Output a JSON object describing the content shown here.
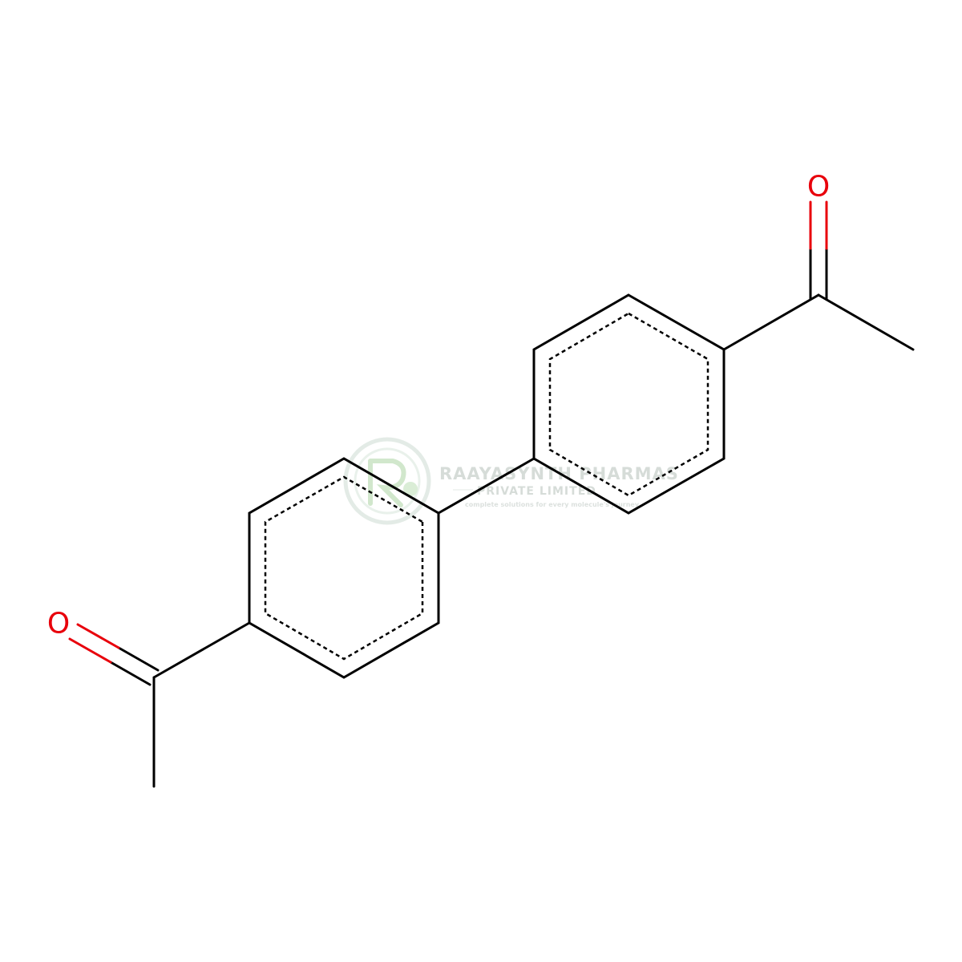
{
  "molecule": {
    "atoms": {
      "O1": {
        "symbol": "O",
        "color": "#e8000b"
      },
      "O2": {
        "symbol": "O",
        "color": "#e8000b"
      }
    },
    "bond_color": "#000000"
  },
  "watermark": {
    "company": "RAAYASYNTH PHARMAS",
    "subtitle": "PRIVATE LIMITED",
    "tagline": "complete solutions for every molecule's journey",
    "logo_color": "#c9e3c4"
  }
}
